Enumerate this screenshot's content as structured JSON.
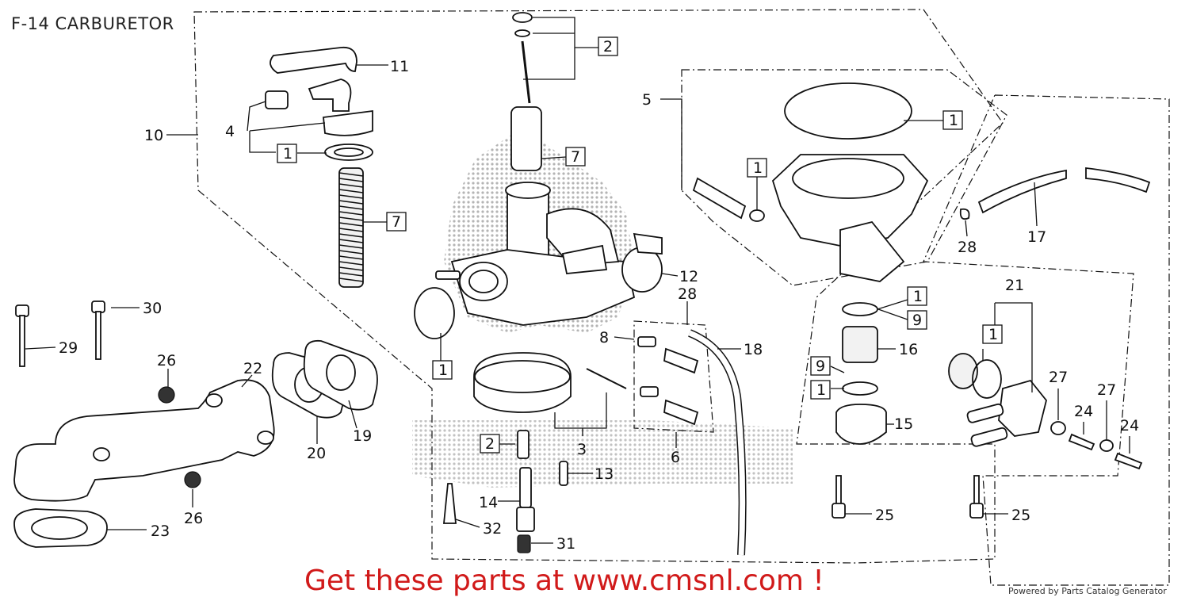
{
  "header": {
    "title": "F-14 CARBURETOR"
  },
  "callouts": [
    {
      "id": "c11",
      "text": "11"
    },
    {
      "id": "c10",
      "text": "10"
    },
    {
      "id": "c4",
      "text": "4"
    },
    {
      "id": "c1a",
      "text": "1"
    },
    {
      "id": "c7a",
      "text": "7"
    },
    {
      "id": "c2a",
      "text": "2"
    },
    {
      "id": "c7b",
      "text": "7"
    },
    {
      "id": "c5",
      "text": "5"
    },
    {
      "id": "c1b",
      "text": "1"
    },
    {
      "id": "c1c",
      "text": "1"
    },
    {
      "id": "c17",
      "text": "17"
    },
    {
      "id": "c28a",
      "text": "28"
    },
    {
      "id": "c12",
      "text": "12"
    },
    {
      "id": "c28b",
      "text": "28"
    },
    {
      "id": "c1d",
      "text": "1"
    },
    {
      "id": "c9a",
      "text": "9"
    },
    {
      "id": "c21",
      "text": "21"
    },
    {
      "id": "c30",
      "text": "30"
    },
    {
      "id": "c29",
      "text": "29"
    },
    {
      "id": "c26a",
      "text": "26"
    },
    {
      "id": "c22",
      "text": "22"
    },
    {
      "id": "c8",
      "text": "8"
    },
    {
      "id": "c18",
      "text": "18"
    },
    {
      "id": "c16",
      "text": "16"
    },
    {
      "id": "c1e",
      "text": "1"
    },
    {
      "id": "c9b",
      "text": "9"
    },
    {
      "id": "c1f",
      "text": "1"
    },
    {
      "id": "c1g",
      "text": "1"
    },
    {
      "id": "c27a",
      "text": "27"
    },
    {
      "id": "c27b",
      "text": "27"
    },
    {
      "id": "c24a",
      "text": "24"
    },
    {
      "id": "c24b",
      "text": "24"
    },
    {
      "id": "c15",
      "text": "15"
    },
    {
      "id": "c19",
      "text": "19"
    },
    {
      "id": "c20",
      "text": "20"
    },
    {
      "id": "c2b",
      "text": "2"
    },
    {
      "id": "c3",
      "text": "3"
    },
    {
      "id": "c6",
      "text": "6"
    },
    {
      "id": "c13",
      "text": "13"
    },
    {
      "id": "c14",
      "text": "14"
    },
    {
      "id": "c26b",
      "text": "26"
    },
    {
      "id": "c23",
      "text": "23"
    },
    {
      "id": "c25a",
      "text": "25"
    },
    {
      "id": "c25b",
      "text": "25"
    },
    {
      "id": "c32",
      "text": "32"
    },
    {
      "id": "c31",
      "text": "31"
    }
  ],
  "footer": {
    "promo": "Get these parts at www.cmsnl.com !",
    "powered": "Powered by Parts Catalog Generator"
  },
  "colors": {
    "promo": "#d11a1a",
    "line": "#111111",
    "background": "#ffffff"
  }
}
